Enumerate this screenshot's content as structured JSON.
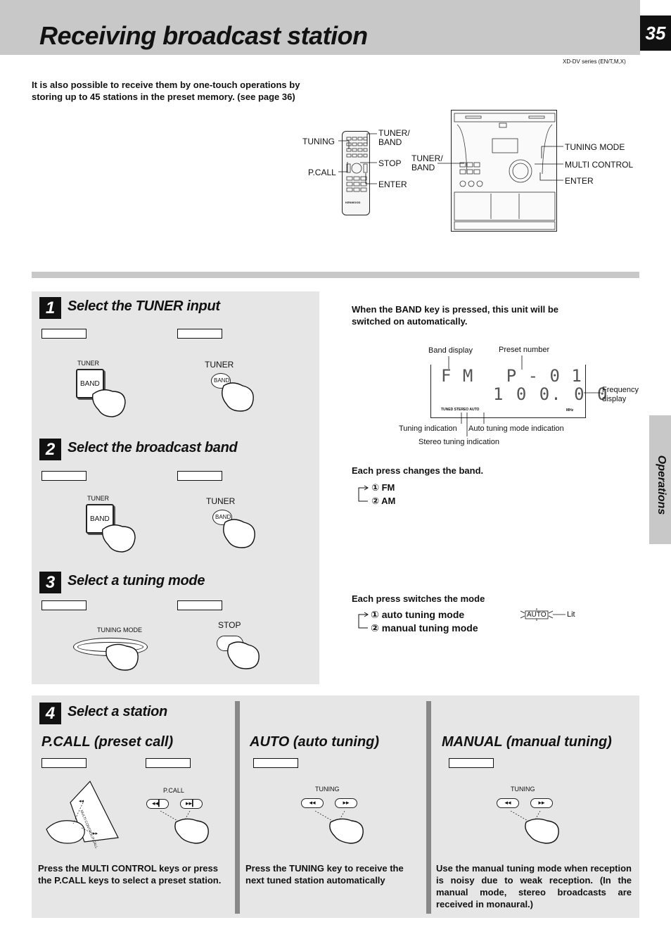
{
  "header": {
    "title": "Receiving broadcast station",
    "page_number": "35",
    "series": "XD-DV series (EN/T,M,X)"
  },
  "intro": "It is also possible to receive them by one-touch operations by storing up to 45 stations in the preset memory. (see page 36)",
  "remote_labels": {
    "tuning": "TUNING",
    "pcall": "P.CALL",
    "tuner_band": "TUNER/\nBAND",
    "stop": "STOP",
    "enter": "ENTER",
    "brand": "KENWOOD"
  },
  "unit_labels": {
    "tuner_band": "TUNER/\nBAND",
    "tuning_mode": "TUNING MODE",
    "multi_control": "MULTI CONTROL",
    "enter": "ENTER"
  },
  "side_tab": "Operations",
  "steps": {
    "s1": {
      "num": "1",
      "title": "Select the TUNER input",
      "left_key_top": "TUNER",
      "left_key": "BAND",
      "right_key_top": "TUNER",
      "right_key": "BAND",
      "note": "When the BAND key is pressed, this unit will be switched on automatically."
    },
    "s2": {
      "num": "2",
      "title": "Select the broadcast band",
      "left_key_top": "TUNER",
      "left_key": "BAND",
      "right_key_top": "TUNER",
      "right_key": "BAND",
      "note": "Each press changes the band.",
      "options": [
        "① FM",
        "② AM"
      ]
    },
    "s3": {
      "num": "3",
      "title": "Select a tuning mode",
      "left_key": "TUNING MODE",
      "right_key": "STOP",
      "note": "Each press switches the mode",
      "options": [
        "① auto tuning mode",
        "② manual tuning mode"
      ],
      "indicator": "AUTO",
      "lit": "Lit"
    },
    "s4": {
      "num": "4",
      "title": "Select a station"
    }
  },
  "display": {
    "band_display": "Band display",
    "preset_number": "Preset number",
    "frequency_display": "Frequency\ndisplay",
    "tuning_indication": "Tuning indication",
    "auto_indication": "Auto tuning mode indication",
    "stereo_indication": "Stereo tuning indication",
    "line1": "F M   P - 0 1",
    "line2": "1 0 0. 0 0",
    "indicators": "TUNED STEREO AUTO",
    "unit": "MHz"
  },
  "modes": {
    "pcall": {
      "title": "P.CALL (preset call)",
      "multi_label": "MULTI CONTROL/P.CALL",
      "key_label": "P.CALL",
      "desc": "Press the MULTI CONTROL keys or press the P.CALL keys to select a preset station."
    },
    "auto": {
      "title": "AUTO (auto tuning)",
      "key_label": "TUNING",
      "desc": "Press the TUNING key to receive the next tuned station automatically"
    },
    "manual": {
      "title": "MANUAL (manual tuning)",
      "key_label": "TUNING",
      "desc": "Use the manual tuning mode when reception is noisy due to weak reception. (In the manual mode, stereo broadcasts are received in monaural.)"
    }
  }
}
